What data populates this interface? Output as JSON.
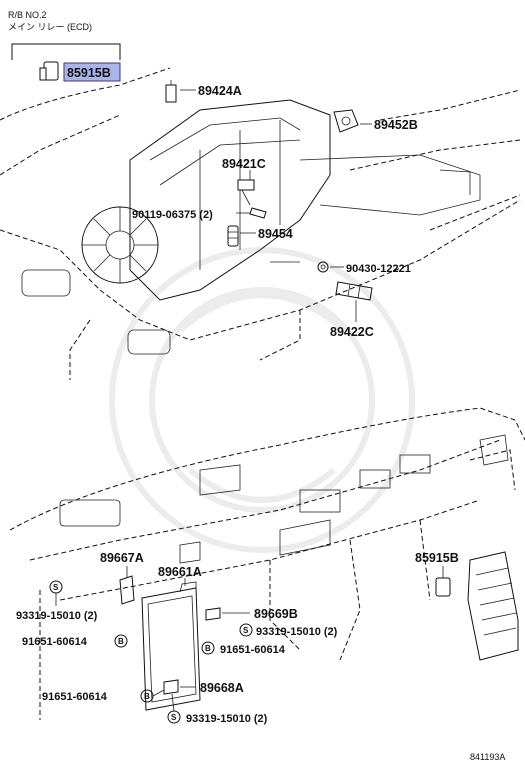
{
  "header": {
    "line1": "R/B NO.2",
    "line2": "メイン リレー (ECD)"
  },
  "parts": {
    "p85915B_top": "85915B",
    "p89424A": "89424A",
    "p89452B": "89452B",
    "p89421C": "89421C",
    "p90119": "90119-06375 (2)",
    "p89454": "89454",
    "p90430": "90430-12221",
    "p89422C": "89422C",
    "p85915B_right": "85915B",
    "p89667A": "89667A",
    "p89661A": "89661A",
    "p89669B": "89669B",
    "p93319_left": "93319-15010 (2)",
    "p93319_mid": "93319-15010 (2)",
    "p91651_left": "91651-60614",
    "p91651_mid": "91651-60614",
    "p91651_bottom": "91651-60614",
    "p89668A": "89668A",
    "p93319_bottom": "93319-15010 (2)"
  },
  "symbols": {
    "screw": "S",
    "bolt": "B"
  },
  "figure_ref": "841193A",
  "colors": {
    "highlight": "#aab4e8",
    "line": "#111111"
  }
}
